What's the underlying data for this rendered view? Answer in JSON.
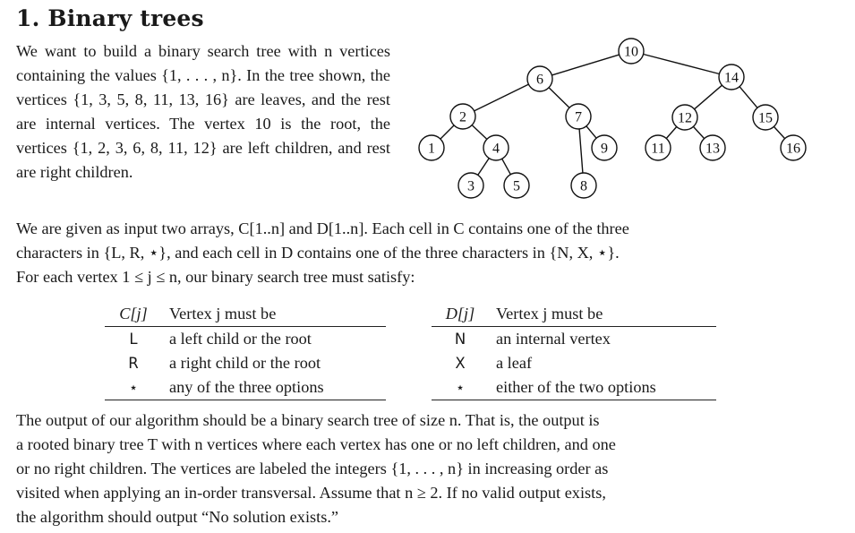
{
  "section": {
    "title": "1. Binary trees"
  },
  "intro": {
    "text": "We want to build a binary search tree with n vertices containing the values {1, . . . , n}. In the tree shown, the vertices {1, 3, 5, 8, 11, 13, 16} are leaves, and the rest are internal vertices. The vertex 10 is the root, the vertices {1, 2, 3, 6, 8, 11, 12} are left children, and rest are right children."
  },
  "tree": {
    "nodes": [
      "1",
      "2",
      "3",
      "4",
      "5",
      "6",
      "7",
      "8",
      "9",
      "10",
      "11",
      "12",
      "13",
      "14",
      "15",
      "16"
    ]
  },
  "para2": {
    "lines": [
      "We are given as input two arrays, C[1..n] and D[1..n]. Each cell in C contains one of the three",
      "characters in {L, R, ⋆}, and each cell in D contains one of the three characters in {N, X, ⋆}.",
      "For each vertex 1 ≤ j ≤ n, our binary search tree must satisfy:"
    ]
  },
  "table_c": {
    "header": [
      "C[j]",
      "Vertex j must be"
    ],
    "rows": [
      [
        "L",
        "a left child or the root"
      ],
      [
        "R",
        "a right child or the root"
      ],
      [
        "⋆",
        "any of the three options"
      ]
    ]
  },
  "table_d": {
    "header": [
      "D[j]",
      "Vertex j must be"
    ],
    "rows": [
      [
        "N",
        "an internal vertex"
      ],
      [
        "X",
        "a leaf"
      ],
      [
        "⋆",
        "either of the two options"
      ]
    ]
  },
  "para3": {
    "lines": [
      "The output of our algorithm should be a binary search tree of size n. That is, the output is",
      "a rooted binary tree T with n vertices where each vertex has one or no left children, and one",
      "or no right children. The vertices are labeled the integers {1, . . . , n} in increasing order as",
      "visited when applying an in-order transversal. Assume that n ≥ 2. If no valid output exists,",
      "the algorithm should output “No solution exists.”"
    ]
  }
}
